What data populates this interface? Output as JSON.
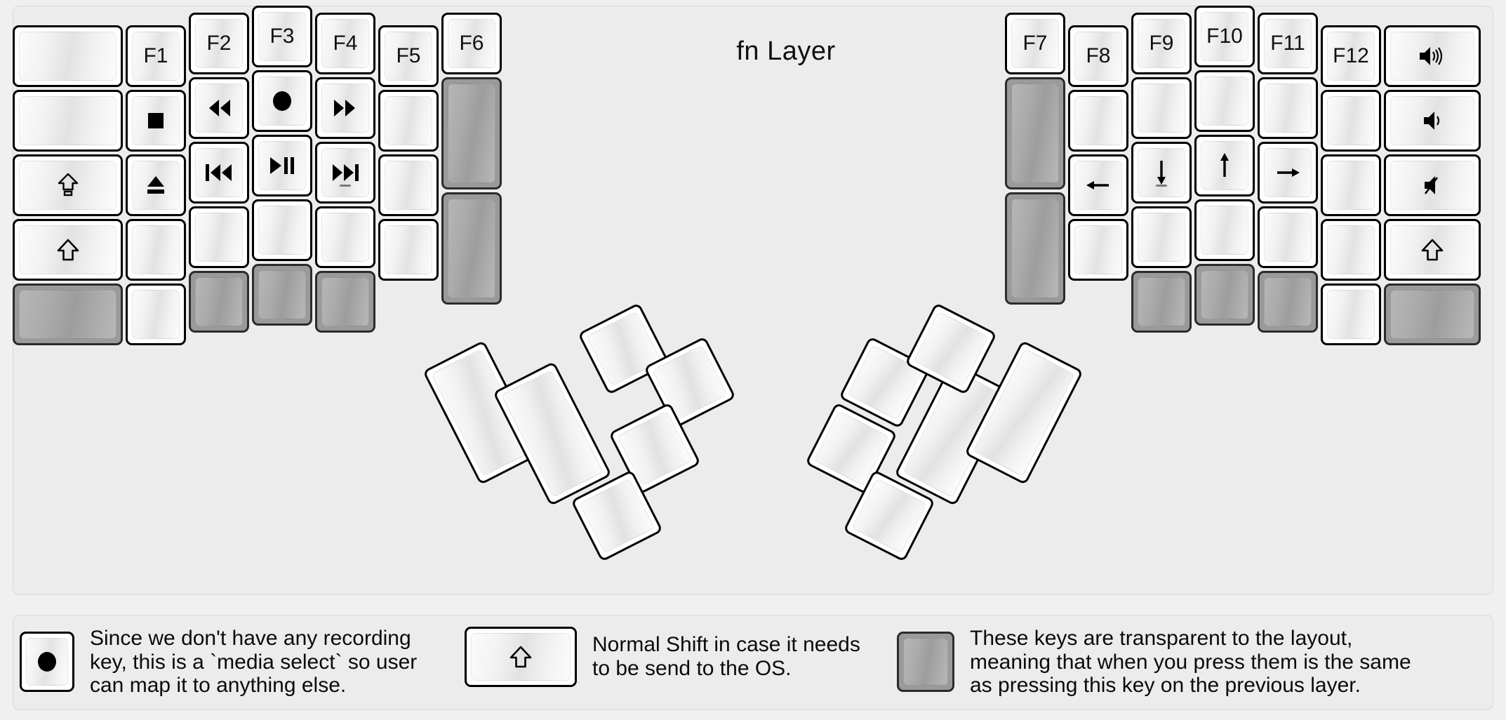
{
  "title": "fn Layer",
  "colors": {
    "background": "#f0f0f0",
    "panel": "#ececec",
    "key_face": "#ffffff",
    "key_outline": "#000000",
    "transparent_key": "#9a9a9a",
    "text": "#111111"
  },
  "left_half": {
    "columns": [
      {
        "name": "col-pinky-outer",
        "keys": [
          {
            "label": "",
            "icon": "",
            "state": "normal"
          },
          {
            "label": "",
            "icon": "",
            "state": "normal"
          },
          {
            "label": "",
            "icon": "caps-lock-icon",
            "state": "normal"
          },
          {
            "label": "",
            "icon": "shift-icon",
            "state": "normal"
          },
          {
            "label": "",
            "icon": "",
            "state": "transparent"
          }
        ]
      },
      {
        "name": "col-pinky",
        "keys": [
          {
            "label": "F1",
            "icon": "",
            "state": "normal"
          },
          {
            "label": "",
            "icon": "media-stop-icon",
            "state": "normal"
          },
          {
            "label": "",
            "icon": "media-eject-icon",
            "state": "normal"
          },
          {
            "label": "",
            "icon": "",
            "state": "normal"
          },
          {
            "label": "",
            "icon": "",
            "state": "normal"
          }
        ]
      },
      {
        "name": "col-ring",
        "keys": [
          {
            "label": "F2",
            "icon": "",
            "state": "normal"
          },
          {
            "label": "",
            "icon": "media-rewind-icon",
            "state": "normal"
          },
          {
            "label": "",
            "icon": "media-previous-icon",
            "state": "normal"
          },
          {
            "label": "",
            "icon": "",
            "state": "normal"
          },
          {
            "label": "",
            "icon": "",
            "state": "transparent"
          }
        ]
      },
      {
        "name": "col-middle",
        "keys": [
          {
            "label": "F3",
            "icon": "",
            "state": "normal"
          },
          {
            "label": "",
            "icon": "media-record-icon",
            "state": "normal"
          },
          {
            "label": "",
            "icon": "media-play-pause-icon",
            "state": "normal"
          },
          {
            "label": "",
            "icon": "",
            "state": "normal"
          },
          {
            "label": "",
            "icon": "",
            "state": "transparent"
          }
        ]
      },
      {
        "name": "col-index",
        "keys": [
          {
            "label": "F4",
            "icon": "",
            "state": "normal"
          },
          {
            "label": "",
            "icon": "media-fast-forward-icon",
            "state": "normal"
          },
          {
            "label": "",
            "icon": "media-next-icon",
            "state": "normal"
          },
          {
            "label": "",
            "icon": "",
            "state": "normal"
          },
          {
            "label": "",
            "icon": "",
            "state": "transparent"
          }
        ]
      },
      {
        "name": "col-index-inner",
        "keys": [
          {
            "label": "F5",
            "icon": "",
            "state": "normal"
          },
          {
            "label": "",
            "icon": "",
            "state": "normal"
          },
          {
            "label": "",
            "icon": "",
            "state": "normal"
          },
          {
            "label": "",
            "icon": "",
            "state": "normal"
          }
        ]
      },
      {
        "name": "col-inner",
        "keys": [
          {
            "label": "F6",
            "icon": "",
            "state": "normal"
          },
          {
            "label": "",
            "icon": "",
            "state": "transparent"
          },
          {
            "label": "",
            "icon": "",
            "state": "transparent"
          }
        ]
      }
    ]
  },
  "right_half": {
    "columns": [
      {
        "name": "col-inner",
        "keys": [
          {
            "label": "F7",
            "icon": "",
            "state": "normal"
          },
          {
            "label": "",
            "icon": "",
            "state": "transparent"
          },
          {
            "label": "",
            "icon": "",
            "state": "transparent"
          }
        ]
      },
      {
        "name": "col-index-inner",
        "keys": [
          {
            "label": "F8",
            "icon": "",
            "state": "normal"
          },
          {
            "label": "",
            "icon": "",
            "state": "normal"
          },
          {
            "label": "",
            "icon": "arrow-left-icon",
            "state": "normal"
          },
          {
            "label": "",
            "icon": "",
            "state": "normal"
          }
        ]
      },
      {
        "name": "col-index",
        "keys": [
          {
            "label": "F9",
            "icon": "",
            "state": "normal"
          },
          {
            "label": "",
            "icon": "",
            "state": "normal"
          },
          {
            "label": "",
            "icon": "arrow-down-icon",
            "state": "normal"
          },
          {
            "label": "",
            "icon": "",
            "state": "normal"
          },
          {
            "label": "",
            "icon": "",
            "state": "transparent"
          }
        ]
      },
      {
        "name": "col-middle",
        "keys": [
          {
            "label": "F10",
            "icon": "",
            "state": "normal"
          },
          {
            "label": "",
            "icon": "",
            "state": "normal"
          },
          {
            "label": "",
            "icon": "arrow-up-icon",
            "state": "normal"
          },
          {
            "label": "",
            "icon": "",
            "state": "normal"
          },
          {
            "label": "",
            "icon": "",
            "state": "transparent"
          }
        ]
      },
      {
        "name": "col-ring",
        "keys": [
          {
            "label": "F11",
            "icon": "",
            "state": "normal"
          },
          {
            "label": "",
            "icon": "",
            "state": "normal"
          },
          {
            "label": "",
            "icon": "arrow-right-icon",
            "state": "normal"
          },
          {
            "label": "",
            "icon": "",
            "state": "normal"
          },
          {
            "label": "",
            "icon": "",
            "state": "transparent"
          }
        ]
      },
      {
        "name": "col-pinky",
        "keys": [
          {
            "label": "F12",
            "icon": "",
            "state": "normal"
          },
          {
            "label": "",
            "icon": "",
            "state": "normal"
          },
          {
            "label": "",
            "icon": "",
            "state": "normal"
          },
          {
            "label": "",
            "icon": "",
            "state": "normal"
          },
          {
            "label": "",
            "icon": "",
            "state": "normal"
          }
        ]
      },
      {
        "name": "col-pinky-outer",
        "keys": [
          {
            "label": "",
            "icon": "volume-up-icon",
            "state": "normal"
          },
          {
            "label": "",
            "icon": "volume-down-icon",
            "state": "normal"
          },
          {
            "label": "",
            "icon": "volume-mute-icon",
            "state": "normal"
          },
          {
            "label": "",
            "icon": "shift-icon",
            "state": "normal"
          },
          {
            "label": "",
            "icon": "",
            "state": "transparent"
          }
        ]
      }
    ]
  },
  "thumb_clusters": {
    "left": [
      {
        "name": "thumb-key-big-1",
        "icon": "",
        "state": "normal"
      },
      {
        "name": "thumb-key-big-2",
        "icon": "",
        "state": "normal"
      },
      {
        "name": "thumb-key-small-1",
        "icon": "",
        "state": "normal"
      },
      {
        "name": "thumb-key-small-2",
        "icon": "",
        "state": "normal"
      },
      {
        "name": "thumb-key-small-3",
        "icon": "",
        "state": "normal"
      },
      {
        "name": "thumb-key-small-4",
        "icon": "",
        "state": "normal"
      }
    ],
    "right": [
      {
        "name": "thumb-key-big-1",
        "icon": "",
        "state": "normal"
      },
      {
        "name": "thumb-key-big-2",
        "icon": "",
        "state": "normal"
      },
      {
        "name": "thumb-key-small-1",
        "icon": "",
        "state": "normal"
      },
      {
        "name": "thumb-key-small-2",
        "icon": "",
        "state": "normal"
      },
      {
        "name": "thumb-key-small-3",
        "icon": "",
        "state": "normal"
      },
      {
        "name": "thumb-key-small-4",
        "icon": "",
        "state": "normal"
      }
    ]
  },
  "legend": [
    {
      "icon": "media-record-icon",
      "state": "normal",
      "text": "Since we don't have any recording\nkey, this is a `media select` so user\ncan map it to anything else."
    },
    {
      "icon": "shift-icon",
      "state": "normal",
      "text": "Normal Shift in case it needs\nto be send to the OS."
    },
    {
      "icon": "",
      "state": "transparent",
      "text": "These keys are transparent to the layout,\nmeaning that when you press them is the same\nas pressing this key on the previous layer."
    }
  ]
}
